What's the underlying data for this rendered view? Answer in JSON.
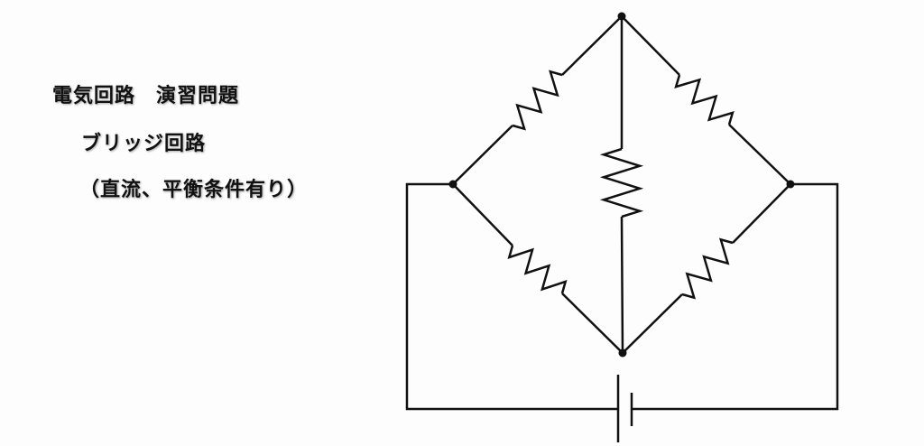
{
  "title": "電気回路　演習問題",
  "subtitle": "ブリッジ回路",
  "note": "（直流、平衡条件有り）",
  "colors": {
    "line": "#111111",
    "background": "#fdfdfd"
  }
}
